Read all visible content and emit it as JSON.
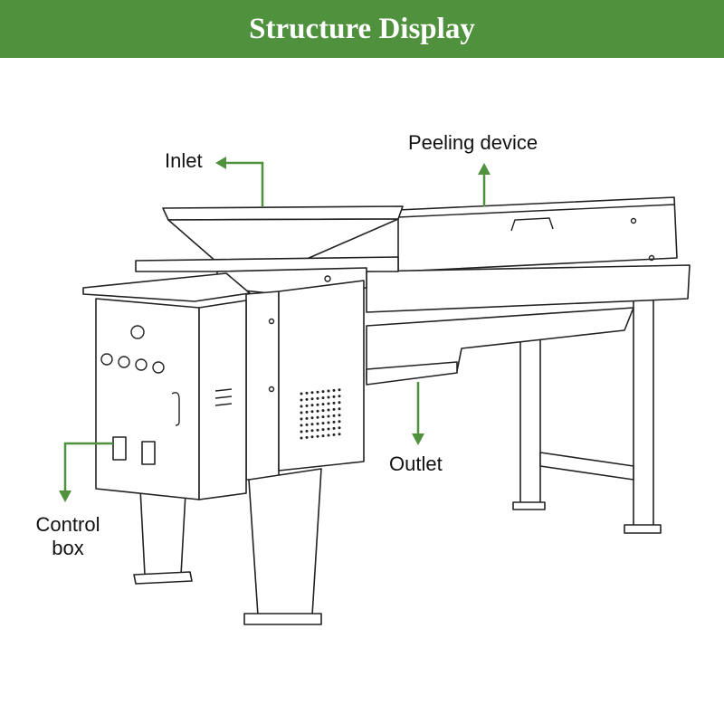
{
  "header": {
    "title": "Structure Display"
  },
  "labels": {
    "inlet": "Inlet",
    "peeling_device": "Peeling device",
    "outlet": "Outlet",
    "control_box_line1": "Control",
    "control_box_line2": "box"
  },
  "colors": {
    "accent": "#4f913d"
  }
}
